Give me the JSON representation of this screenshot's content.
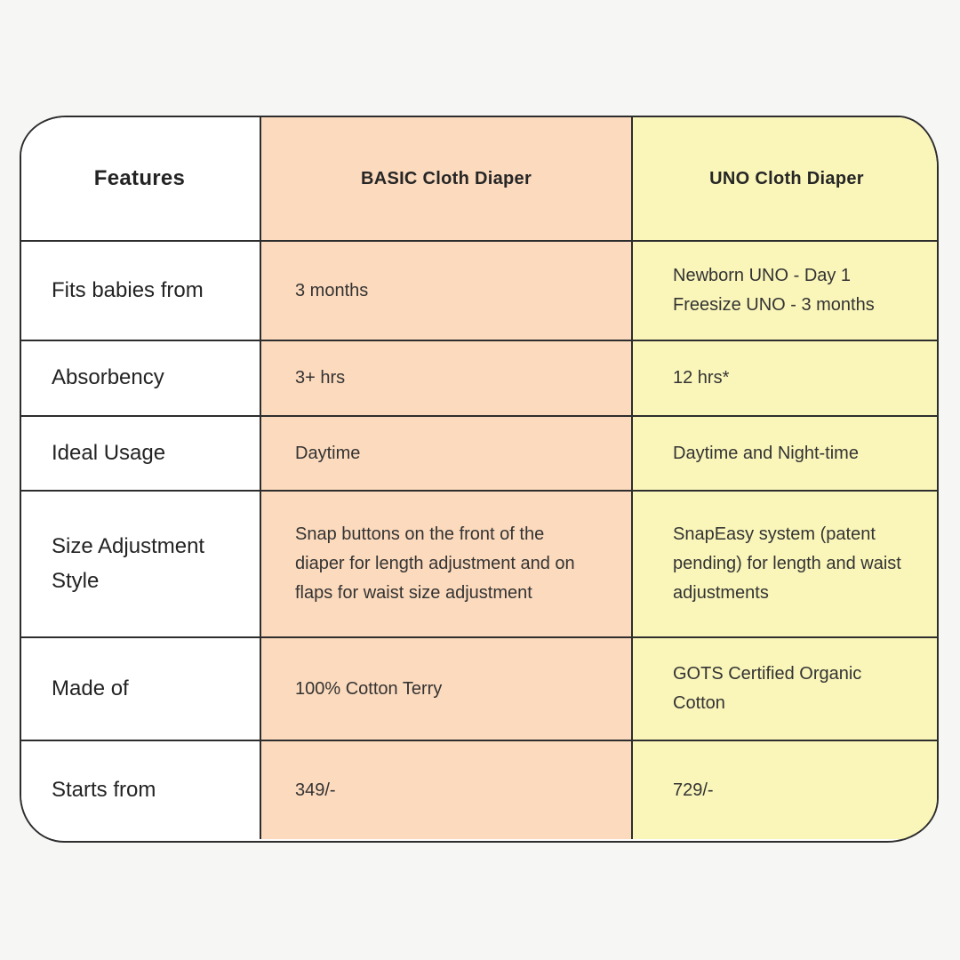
{
  "colors": {
    "features_bg": "#ffffff",
    "basic_bg": "#fcdabd",
    "uno_bg": "#faf6ba",
    "border": "#2d2d2d",
    "text": "#333333"
  },
  "table": {
    "headers": [
      "Features",
      "BASIC Cloth Diaper",
      "UNO Cloth Diaper"
    ],
    "rows": [
      {
        "feature": "Fits babies from",
        "basic": "3 months",
        "uno": "Newborn UNO - Day 1\nFreesize UNO - 3 months"
      },
      {
        "feature": "Absorbency",
        "basic": "3+ hrs",
        "uno": "12 hrs*"
      },
      {
        "feature": "Ideal Usage",
        "basic": "Daytime",
        "uno": "Daytime and Night-time"
      },
      {
        "feature": "Size Adjustment Style",
        "basic": "Snap buttons on the front of the diaper for length adjustment and on flaps for waist size adjustment",
        "uno": "SnapEasy system (patent pending) for length and waist adjustments"
      },
      {
        "feature": "Made of",
        "basic": "100% Cotton Terry",
        "uno": "GOTS Certified Organic Cotton"
      },
      {
        "feature": "Starts from",
        "basic": "349/-",
        "uno": "729/-"
      }
    ]
  }
}
